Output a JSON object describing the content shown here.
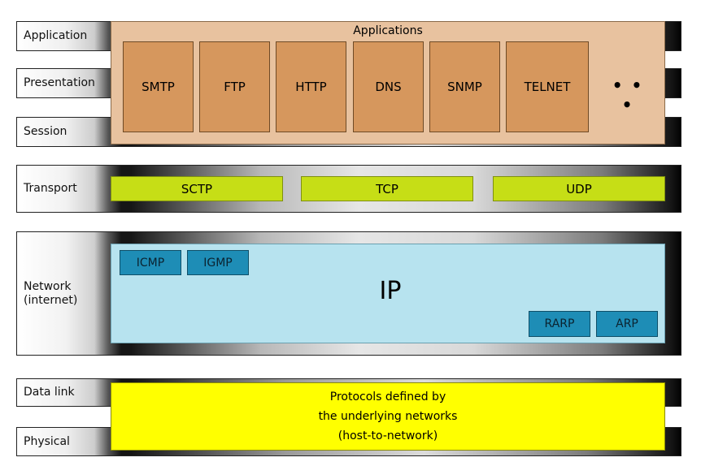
{
  "layers": {
    "application": "Application",
    "presentation": "Presentation",
    "session": "Session",
    "transport": "Transport",
    "network_line1": "Network",
    "network_line2": "(internet)",
    "data_link": "Data link",
    "physical": "Physical"
  },
  "applications": {
    "title": "Applications",
    "protocols": [
      "SMTP",
      "FTP",
      "HTTP",
      "DNS",
      "SNMP",
      "TELNET"
    ],
    "ellipsis": "• • •"
  },
  "transport": {
    "protocols": [
      "SCTP",
      "TCP",
      "UDP"
    ]
  },
  "network": {
    "main": "IP",
    "top_protocols": [
      "ICMP",
      "IGMP"
    ],
    "bottom_protocols": [
      "RARP",
      "ARP"
    ]
  },
  "datalink": {
    "lines": [
      "Protocols defined by",
      "the underlying networks",
      "(host-to-network)"
    ]
  },
  "colors": {
    "applications_panel": "#e8c29f",
    "application_box": "#d6975d",
    "transport_box": "#c6de16",
    "network_panel": "#b7e3ef",
    "network_box": "#1e8db6",
    "datalink_panel": "#ffff00"
  }
}
